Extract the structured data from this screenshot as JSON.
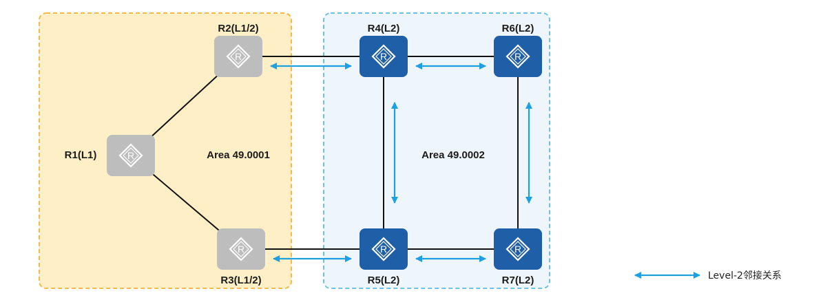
{
  "areas": [
    {
      "id": "area1",
      "label": "Area 49.0001",
      "fill": "#FEEFC6",
      "stroke": "#F5B84A"
    },
    {
      "id": "area2",
      "label": "Area 49.0002",
      "fill": "#EEF6FB",
      "stroke": "#6EC1E4"
    }
  ],
  "routers": [
    {
      "id": "R1",
      "label": "R1(L1)",
      "color": "#BDBDBD"
    },
    {
      "id": "R2",
      "label": "R2(L1/2)",
      "color": "#BDBDBD"
    },
    {
      "id": "R3",
      "label": "R3(L1/2)",
      "color": "#BDBDBD"
    },
    {
      "id": "R4",
      "label": "R4(L2)",
      "color": "#1E5FA8"
    },
    {
      "id": "R5",
      "label": "R5(L2)",
      "color": "#1E5FA8"
    },
    {
      "id": "R6",
      "label": "R6(L2)",
      "color": "#1E5FA8"
    },
    {
      "id": "R7",
      "label": "R7(L2)",
      "color": "#1E5FA8"
    }
  ],
  "router_icon_letter": "R",
  "links": [
    [
      "R1",
      "R2"
    ],
    [
      "R1",
      "R3"
    ],
    [
      "R2",
      "R4"
    ],
    [
      "R3",
      "R5"
    ],
    [
      "R4",
      "R6"
    ],
    [
      "R5",
      "R7"
    ],
    [
      "R4",
      "R5"
    ],
    [
      "R6",
      "R7"
    ]
  ],
  "adjacencies": [
    [
      "R2",
      "R4"
    ],
    [
      "R3",
      "R5"
    ],
    [
      "R4",
      "R6"
    ],
    [
      "R5",
      "R7"
    ],
    [
      "R4",
      "R5"
    ],
    [
      "R6",
      "R7"
    ]
  ],
  "arrow_color": "#1BA1E2",
  "legend": {
    "label": "Level-2邻接关系"
  }
}
